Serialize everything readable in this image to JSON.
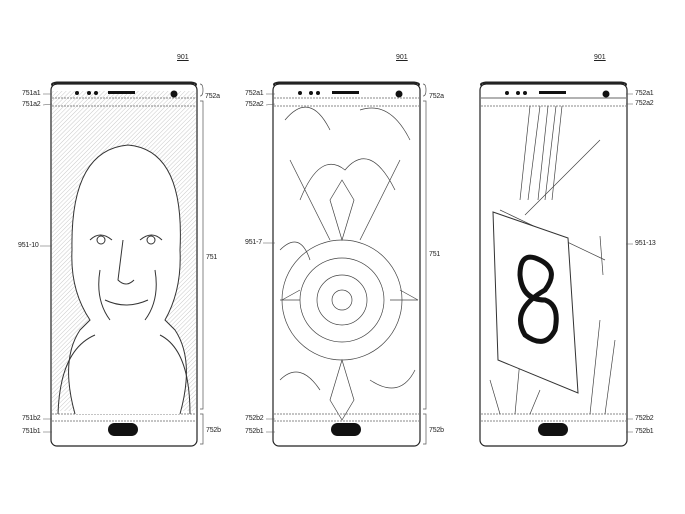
{
  "figures": [
    {
      "number": "901",
      "labels": {
        "top_a1": "751a1",
        "top_a2": "751a2",
        "top_bracket": "752a",
        "screen": "951-10",
        "display": "751",
        "bottom_b2": "751b2",
        "bottom_b1": "751b1",
        "bottom_bracket": "752b"
      }
    },
    {
      "number": "901",
      "labels": {
        "top_a1": "752a1",
        "top_a2": "752a2",
        "top_bracket": "752a",
        "screen": "951-7",
        "display": "751",
        "bottom_b2": "752b2",
        "bottom_b1": "752b1",
        "bottom_bracket": "752b"
      }
    },
    {
      "number": "901",
      "labels": {
        "top_a1": "752a1",
        "top_a2": "752a2",
        "screen": "951-13",
        "bottom_b2": "752b2",
        "bottom_b1": "752b1"
      }
    }
  ]
}
